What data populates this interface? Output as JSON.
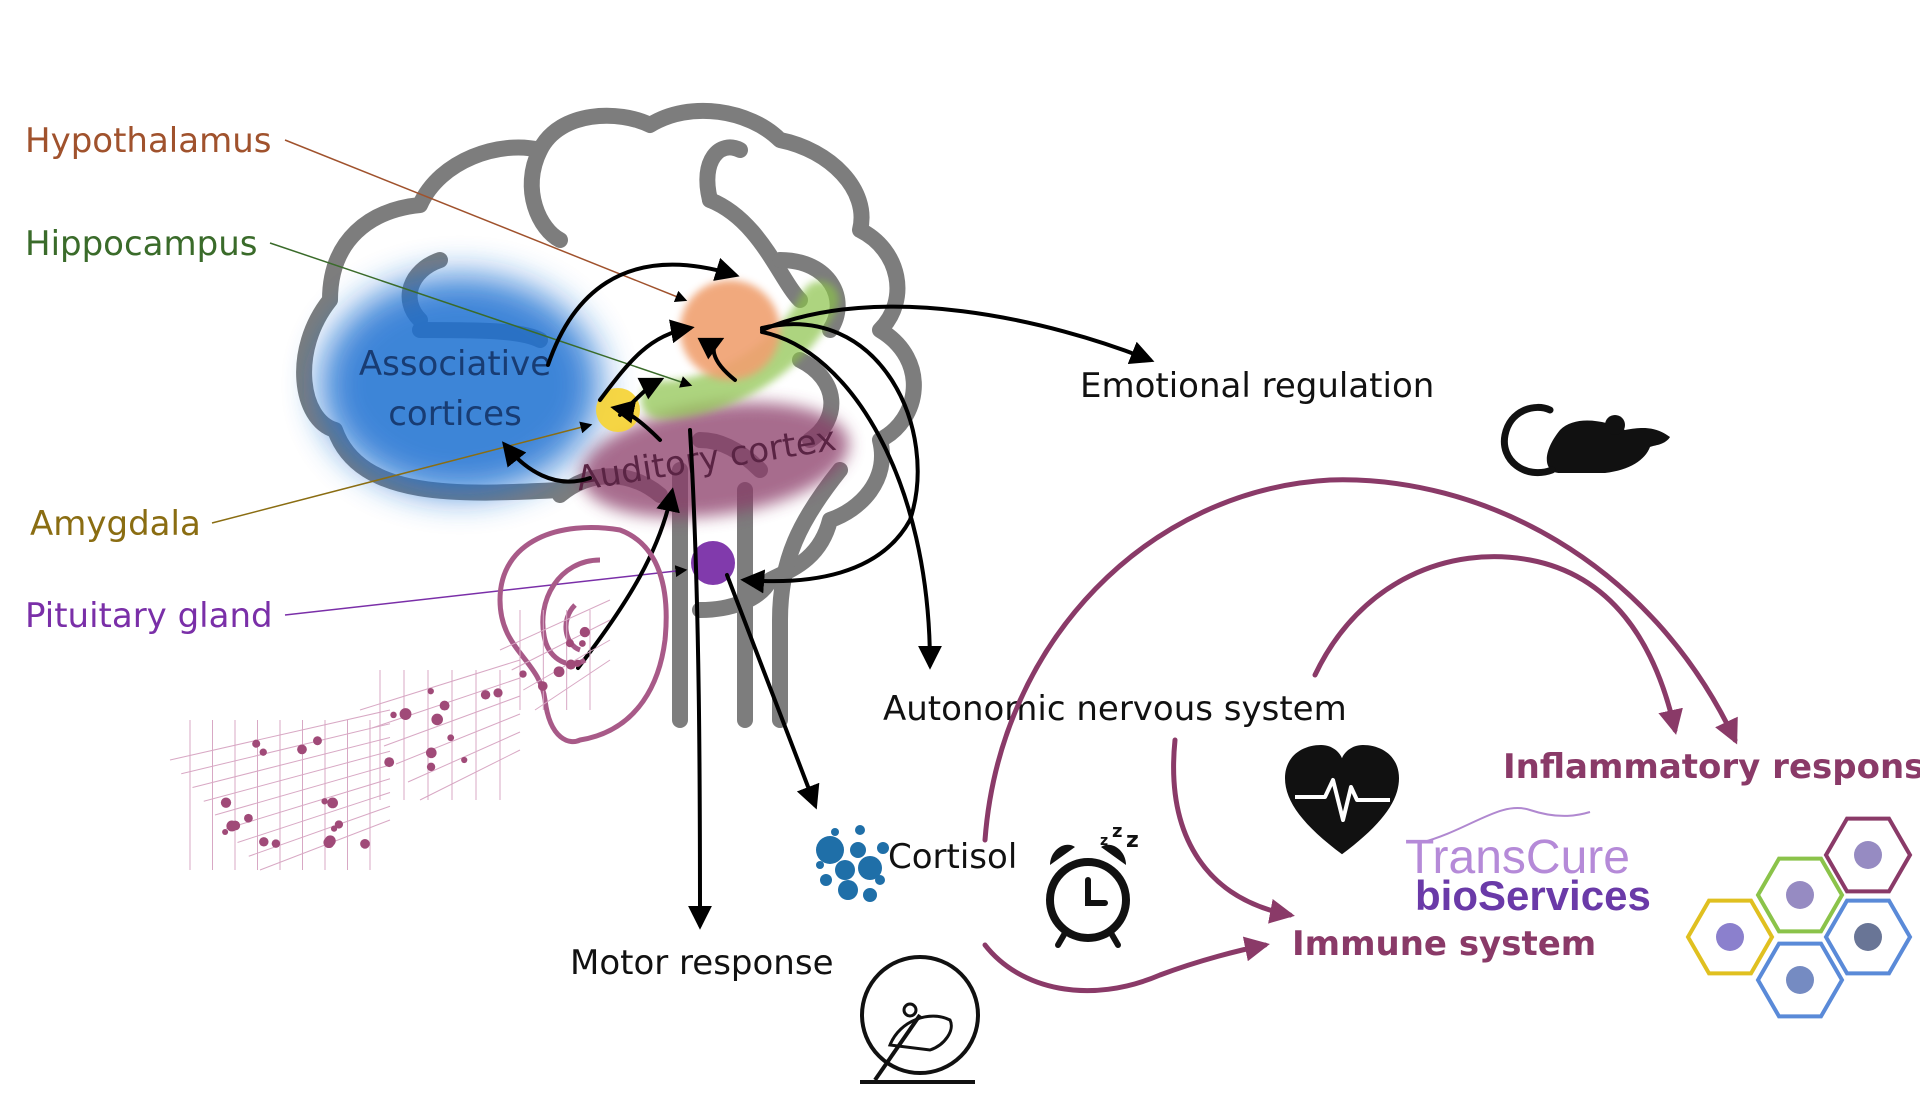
{
  "labels": {
    "hypothalamus": "Hypothalamus",
    "hippocampus": "Hippocampus",
    "amygdala": "Amygdala",
    "pituitary": "Pituitary gland",
    "associative_line1": "Associative",
    "associative_line2": "cortices",
    "auditory": "Auditory cortex",
    "emotional": "Emotional regulation",
    "autonomic": "Autonomic nervous system",
    "cortisol": "Cortisol",
    "motor": "Motor response",
    "immune": "Immune system",
    "inflammatory": "Inflammatory response"
  },
  "logo": {
    "line1": "TransCure",
    "line2": "bioServices"
  },
  "icons": [
    "mouse-icon",
    "heart-rate-icon",
    "alarm-clock-icon",
    "running-wheel-icon",
    "cortisol-bubbles-icon",
    "ear-icon",
    "sound-wave-icon",
    "hexagon-cluster-icon"
  ],
  "colors": {
    "hypothalamus": "#a0522d",
    "hippocampus": "#3a6b2a",
    "amygdala": "#8a6d12",
    "pituitary": "#7a2fa8",
    "associative": "#1f5fa8",
    "auditory": "#8a3a68",
    "brain_outline": "#7d7d7d",
    "immune_arrows": "#8a3a68"
  }
}
